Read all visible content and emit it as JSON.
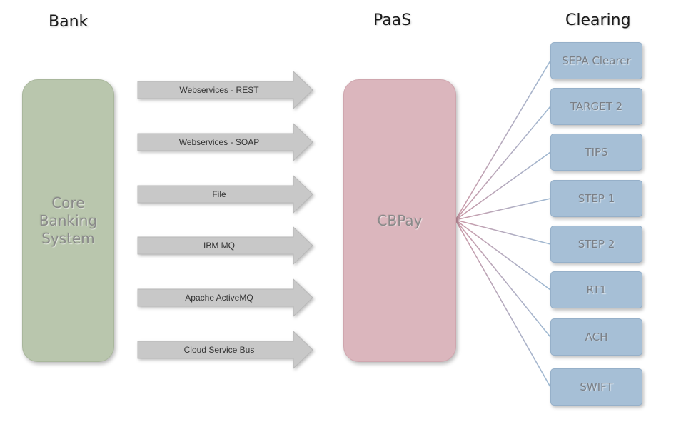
{
  "headers": {
    "bank": "Bank",
    "paas": "PaaS",
    "clearing": "Clearing"
  },
  "core_system": {
    "label": "Core\nBanking\nSystem"
  },
  "platform": {
    "label": "CBPay"
  },
  "interfaces": [
    "Webservices - REST",
    "Webservices - SOAP",
    "File",
    "IBM MQ",
    "Apache ActiveMQ",
    "Cloud Service Bus"
  ],
  "clearers": [
    "SEPA Clearer",
    "TARGET 2",
    "TIPS",
    "STEP 1",
    "STEP 2",
    "RT1",
    "ACH",
    "SWIFT"
  ],
  "colors": {
    "core": "#b9c6ad",
    "platform": "#dbb6bd",
    "clearer": "#a6bfd6",
    "arrow": "#c8c8c8"
  }
}
